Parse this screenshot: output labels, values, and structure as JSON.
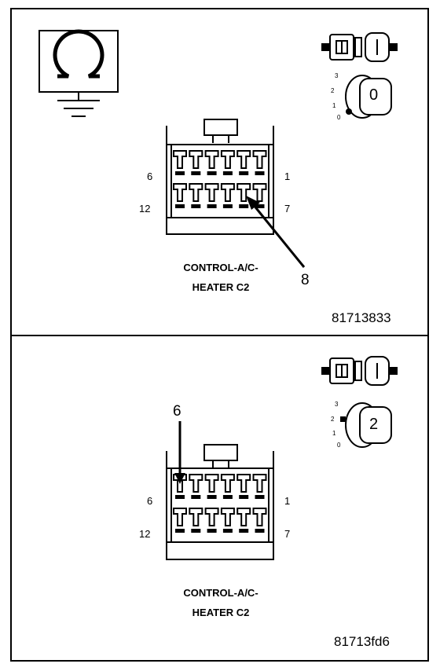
{
  "panels": [
    {
      "connector_name_line1": "CONTROL-A/C-",
      "connector_name_line2": "HEATER C2",
      "figure_id": "81713833",
      "pin_top_left": "6",
      "pin_top_right": "1",
      "pin_bottom_left": "12",
      "pin_bottom_right": "7",
      "callout_pin": "8",
      "ignition_positions": [
        "3",
        "2",
        "1",
        "0"
      ],
      "ignition_key_position": "0",
      "meter_icon": "ohmmeter-ground-icon"
    },
    {
      "connector_name_line1": "CONTROL-A/C-",
      "connector_name_line2": "HEATER C2",
      "figure_id": "81713fd6",
      "pin_top_left": "6",
      "pin_top_right": "1",
      "pin_bottom_left": "12",
      "pin_bottom_right": "7",
      "callout_pin": "6",
      "ignition_positions": [
        "3",
        "2",
        "1",
        "0"
      ],
      "ignition_key_position": "2"
    }
  ]
}
